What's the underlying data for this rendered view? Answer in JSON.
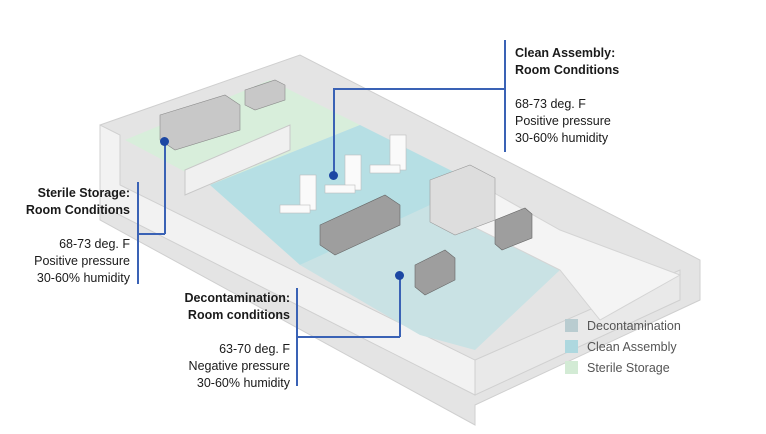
{
  "diagram": {
    "subject": "Sterile processing facility isometric floor plan",
    "zones": [
      {
        "id": "clean-assembly",
        "title_line1": "Clean Assembly:",
        "title_line2": "Room Conditions",
        "temperature": "68-73 deg. F",
        "pressure": "Positive pressure",
        "humidity": "30-60% humidity"
      },
      {
        "id": "sterile-storage",
        "title_line1": "Sterile Storage:",
        "title_line2": "Room Conditions",
        "temperature": "68-73 deg. F",
        "pressure": "Positive pressure",
        "humidity": "30-60% humidity"
      },
      {
        "id": "decontamination",
        "title_line1": "Decontamination:",
        "title_line2": "Room conditions",
        "temperature": "63-70 deg. F",
        "pressure": "Negative pressure",
        "humidity": "30-60% humidity"
      }
    ],
    "legend": [
      {
        "label": "Decontamination",
        "color": "#b9ccd0"
      },
      {
        "label": "Clean Assembly",
        "color": "#aed8df"
      },
      {
        "label": "Sterile Storage",
        "color": "#d3ebd5"
      }
    ],
    "colors": {
      "callout_line": "#3a62b5",
      "marker": "#1c47a3",
      "floor_clean": "#b6dfe4",
      "floor_decon": "#c9e2e4",
      "floor_sterile": "#d8eedb",
      "wall": "#eeeeee"
    }
  }
}
